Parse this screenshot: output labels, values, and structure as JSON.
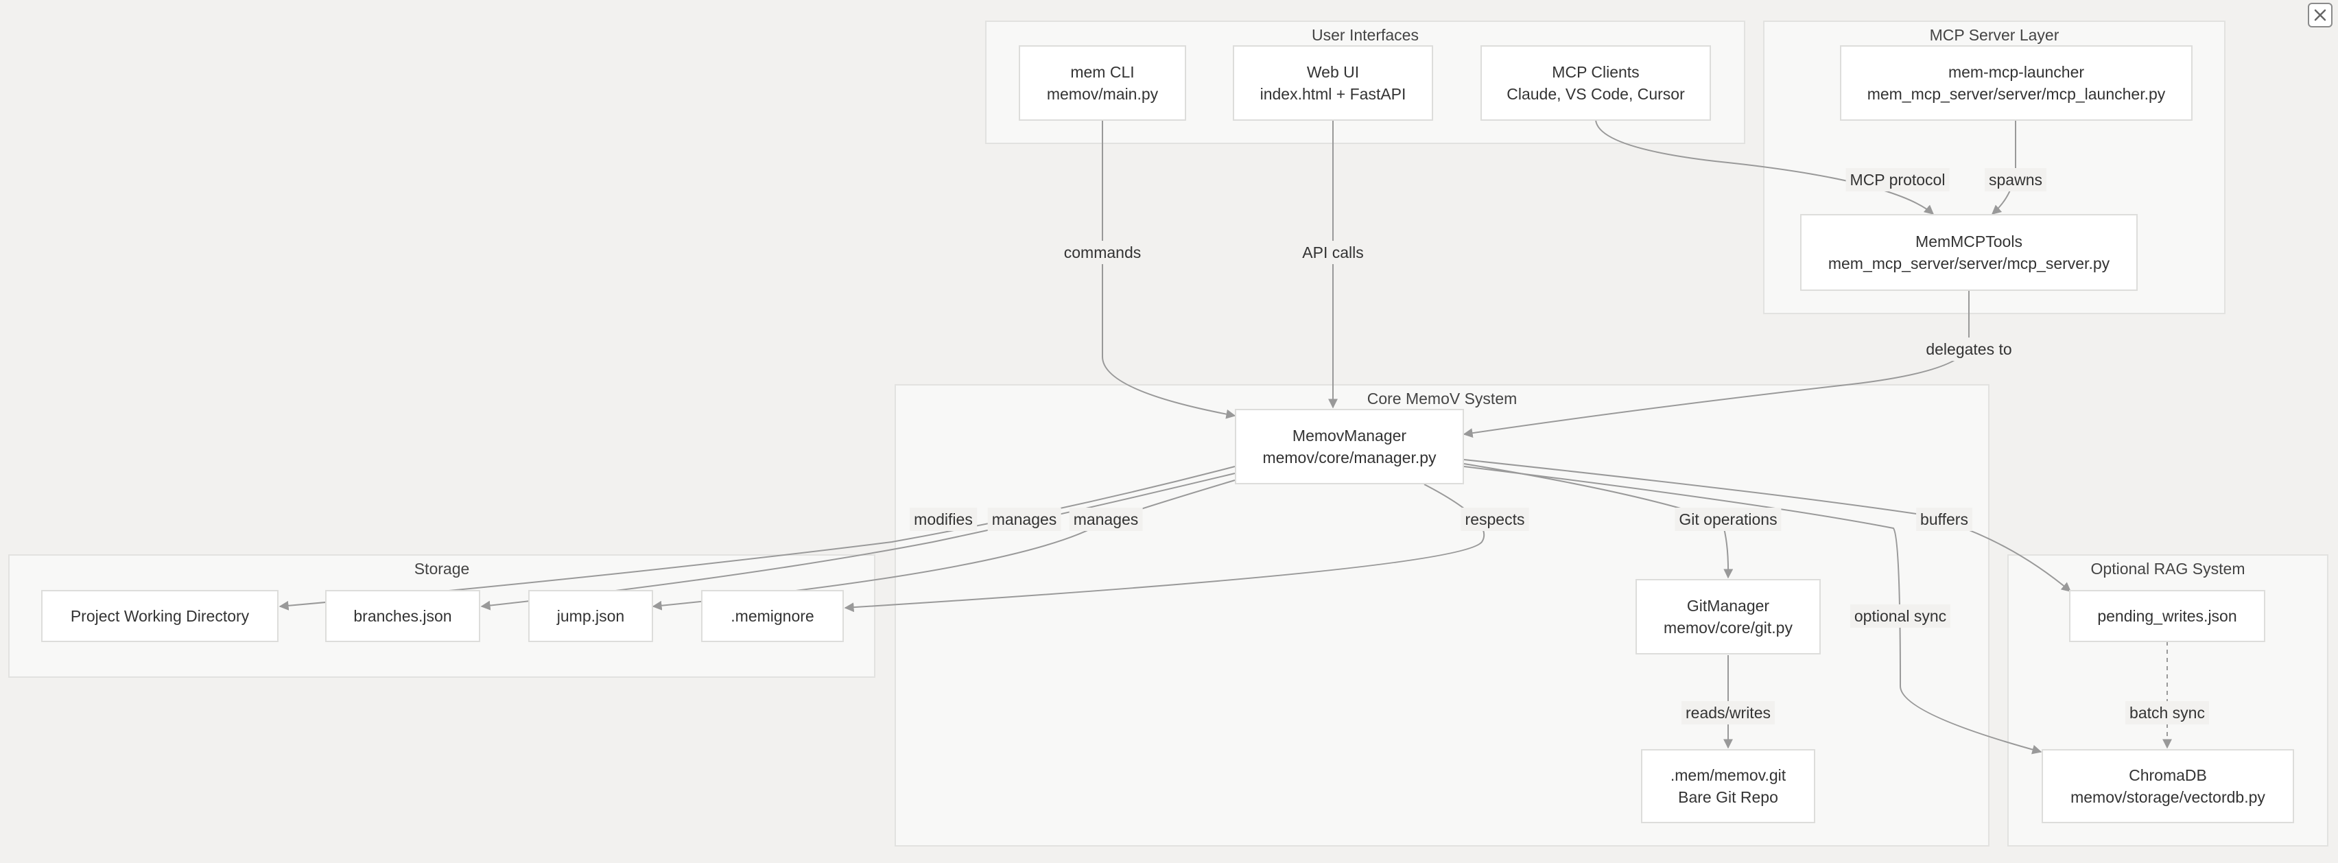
{
  "groups": {
    "ui": "User Interfaces",
    "mcp": "MCP Server Layer",
    "core": "Core MemoV System",
    "storage": "Storage",
    "rag": "Optional RAG System"
  },
  "nodes": {
    "mem_cli": {
      "line1": "mem CLI",
      "line2": "memov/main.py"
    },
    "web_ui": {
      "line1": "Web UI",
      "line2": "index.html + FastAPI"
    },
    "mcp_clients": {
      "line1": "MCP Clients",
      "line2": "Claude, VS Code, Cursor"
    },
    "launcher": {
      "line1": "mem-mcp-launcher",
      "line2": "mem_mcp_server/server/mcp_launcher.py"
    },
    "mcp_tools": {
      "line1": "MemMCPTools",
      "line2": "mem_mcp_server/server/mcp_server.py"
    },
    "manager": {
      "line1": "MemovManager",
      "line2": "memov/core/manager.py"
    },
    "git_manager": {
      "line1": "GitManager",
      "line2": "memov/core/git.py"
    },
    "bare_repo": {
      "line1": ".mem/memov.git",
      "line2": "Bare Git Repo"
    },
    "working_dir": {
      "line1": "Project Working Directory"
    },
    "branches": {
      "line1": "branches.json"
    },
    "jump": {
      "line1": "jump.json"
    },
    "memignore": {
      "line1": ".memignore"
    },
    "pending": {
      "line1": "pending_writes.json"
    },
    "chroma": {
      "line1": "ChromaDB",
      "line2": "memov/storage/vectordb.py"
    }
  },
  "edges": {
    "commands": "commands",
    "api_calls": "API calls",
    "mcp_protocol": "MCP protocol",
    "spawns": "spawns",
    "delegates_to": "delegates to",
    "modifies": "modifies",
    "manages_branches": "manages",
    "manages_jump": "manages",
    "respects": "respects",
    "git_operations": "Git operations",
    "buffers": "buffers",
    "optional_sync": "optional sync",
    "reads_writes": "reads/writes",
    "batch_sync": "batch sync"
  },
  "colors": {
    "background": "#f2f1ef",
    "group_fill": "#f8f8f7",
    "node_fill": "#ffffff",
    "edge": "#999999"
  },
  "icons": {
    "close": "close-icon"
  }
}
